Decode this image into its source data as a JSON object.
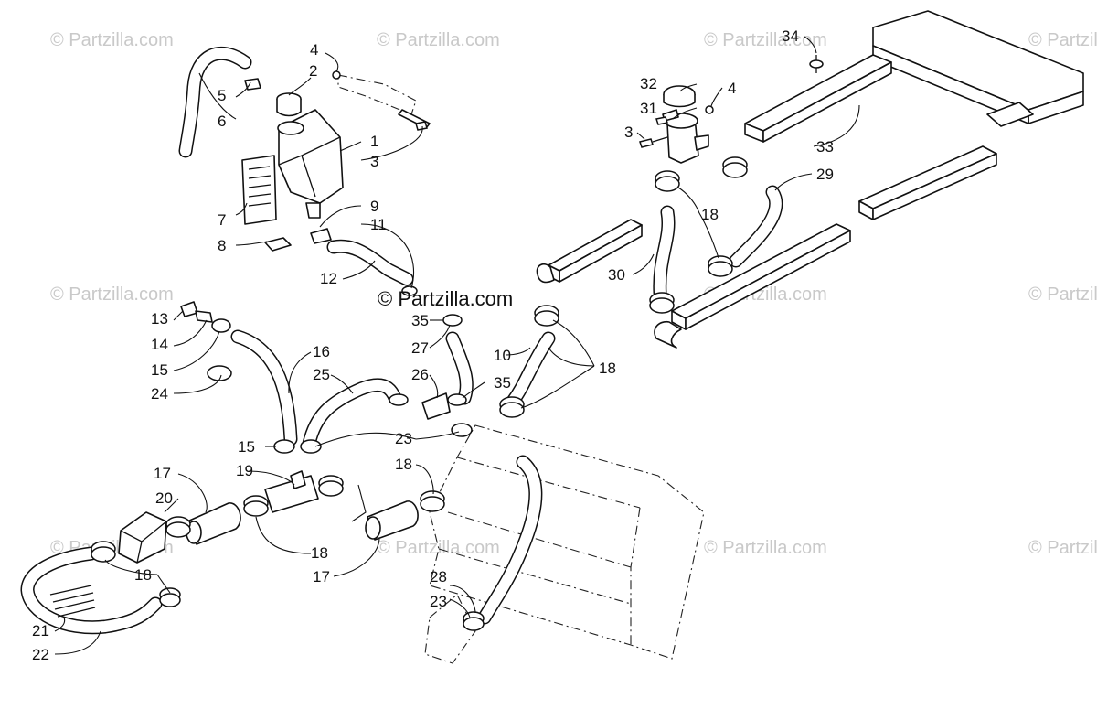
{
  "watermark": {
    "text": "© Partzilla.com",
    "center_text": "© Partzilla.com"
  },
  "callouts": {
    "c1": "1",
    "c2": "2",
    "c3a": "3",
    "c3b": "3",
    "c4a": "4",
    "c4b": "4",
    "c5": "5",
    "c6": "6",
    "c7": "7",
    "c8": "8",
    "c9": "9",
    "c10": "10",
    "c11": "11",
    "c12": "12",
    "c13": "13",
    "c14": "14",
    "c15a": "15",
    "c15b": "15",
    "c16": "16",
    "c17a": "17",
    "c17b": "17",
    "c18a": "18",
    "c18b": "18",
    "c18c": "18",
    "c18d": "18",
    "c18e": "18",
    "c19": "19",
    "c20": "20",
    "c21": "21",
    "c22": "22",
    "c23a": "23",
    "c23b": "23",
    "c24": "24",
    "c25": "25",
    "c26": "26",
    "c27": "27",
    "c28": "28",
    "c29": "29",
    "c30": "30",
    "c31": "31",
    "c32": "32",
    "c33": "33",
    "c34": "34",
    "c35a": "35",
    "c35b": "35"
  },
  "icons": {
    "clamp": "hose-clamp-icon",
    "cap": "radiator-cap-icon",
    "bolt": "bolt-icon"
  }
}
